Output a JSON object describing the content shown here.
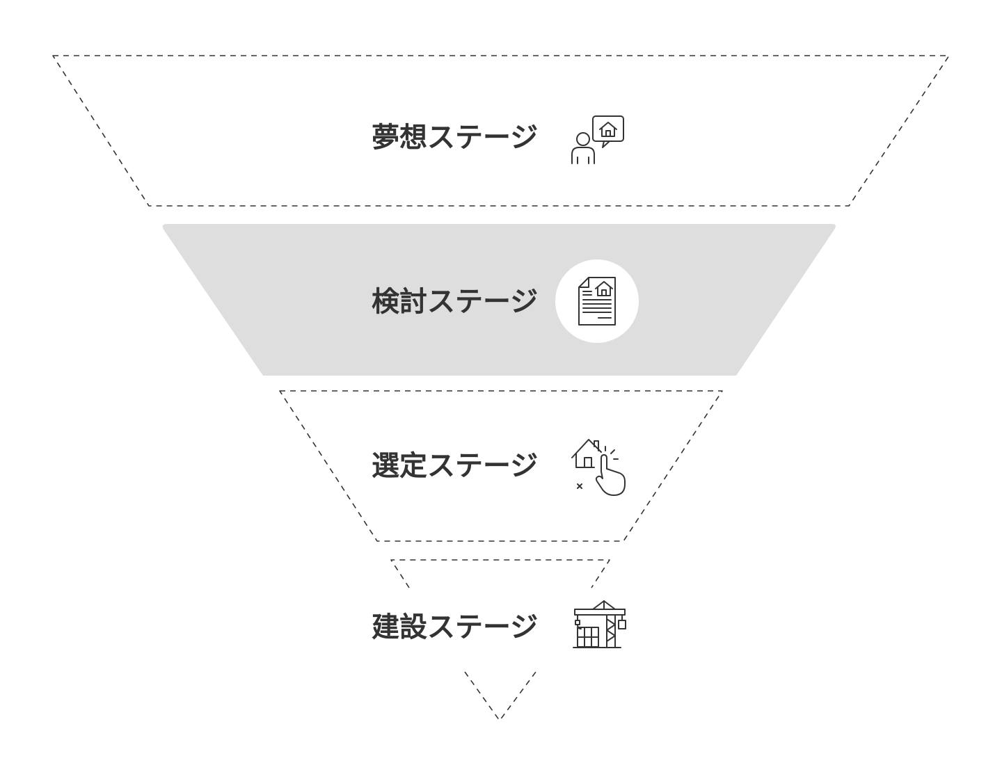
{
  "stages": [
    {
      "label": "夢想ステージ",
      "icon": "person-house-speech-icon",
      "state": "outline"
    },
    {
      "label": "検討ステージ",
      "icon": "house-document-icon",
      "state": "active"
    },
    {
      "label": "選定ステージ",
      "icon": "house-click-icon",
      "state": "outline"
    },
    {
      "label": "建設ステージ",
      "icon": "construction-crane-icon",
      "state": "outline"
    }
  ],
  "colors": {
    "text": "#333333",
    "line": "#333333",
    "active_fill": "#dedede",
    "icon_bg": "#ffffff"
  }
}
